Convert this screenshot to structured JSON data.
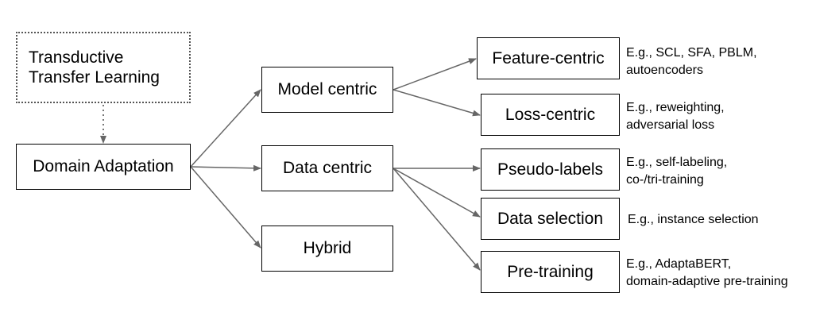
{
  "nodes": {
    "transductive": {
      "line1": "Transductive",
      "line2": "Transfer Learning"
    },
    "domain_adaptation": "Domain Adaptation",
    "model_centric": "Model centric",
    "data_centric": "Data centric",
    "hybrid": "Hybrid",
    "feature_centric": "Feature-centric",
    "loss_centric": "Loss-centric",
    "pseudo_labels": "Pseudo-labels",
    "data_selection": "Data selection",
    "pre_training": "Pre-training"
  },
  "examples": {
    "feature_centric": {
      "line1": "E.g., SCL, SFA, PBLM,",
      "line2": "autoencoders"
    },
    "loss_centric": {
      "line1": "E.g., reweighting,",
      "line2": "adversarial loss"
    },
    "pseudo_labels": {
      "line1": "E.g., self-labeling,",
      "line2": "co-/tri-training"
    },
    "data_selection": {
      "line1": "E.g., instance selection"
    },
    "pre_training": {
      "line1": "E.g., AdaptaBERT,",
      "line2": "domain-adaptive pre-training"
    }
  },
  "colors": {
    "arrow": "#666666",
    "dotted_border": "#555555"
  }
}
